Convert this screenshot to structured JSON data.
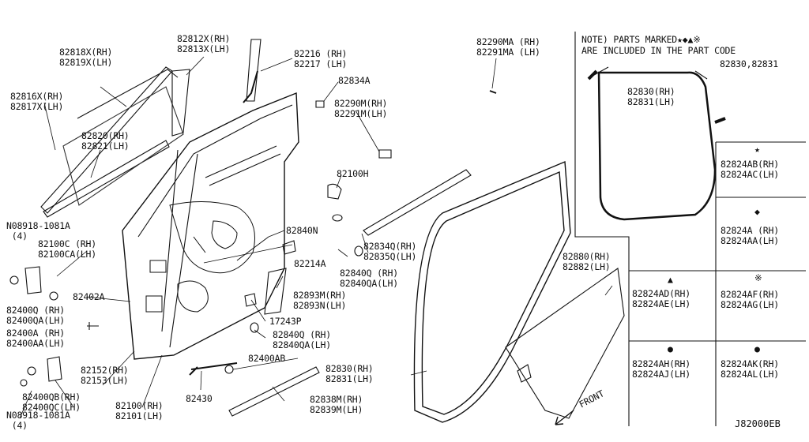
{
  "diagram": {
    "code": "J82000EB",
    "note": {
      "line1": "NOTE) PARTS MARKED",
      "symbols": "★◆▲※",
      "line2": "ARE INCLUDED IN THE PART CODE",
      "line3": "82830,82831"
    },
    "front_label": "FRONT",
    "callouts": [
      {
        "id": "c1",
        "text": "82818X(RH)\n82819X(LH)"
      },
      {
        "id": "c2",
        "text": "82812X(RH)\n82813X(LH)"
      },
      {
        "id": "c3",
        "text": "82216 (RH)\n82217 (LH)"
      },
      {
        "id": "c4",
        "text": "82834A"
      },
      {
        "id": "c5",
        "text": "82290MA (RH)\n82291MA (LH)"
      },
      {
        "id": "c6",
        "text": "82816X(RH)\n82817X(LH)"
      },
      {
        "id": "c7",
        "text": "82290M(RH)\n82291M(LH)"
      },
      {
        "id": "c8",
        "text": "82820(RH)\n82821(LH)"
      },
      {
        "id": "c9",
        "text": "82100H"
      },
      {
        "id": "c10",
        "text": "N08918-1081A\n (4)"
      },
      {
        "id": "c11",
        "text": "82840N"
      },
      {
        "id": "c12",
        "text": "82834Q(RH)\n82835Q(LH)"
      },
      {
        "id": "c13",
        "text": "82100C (RH)\n82100CA(LH)"
      },
      {
        "id": "c14",
        "text": "82214A"
      },
      {
        "id": "c15",
        "text": "82840Q (RH)\n82840QA(LH)"
      },
      {
        "id": "c16",
        "text": "82402A"
      },
      {
        "id": "c17",
        "text": "82893M(RH)\n82893N(LH)"
      },
      {
        "id": "c18",
        "text": "82400Q (RH)\n82400QA(LH)"
      },
      {
        "id": "c19",
        "text": "17243P"
      },
      {
        "id": "c20",
        "text": "82400A (RH)\n82400AA(LH)"
      },
      {
        "id": "c21",
        "text": "82840Q (RH)\n82840QA(LH)"
      },
      {
        "id": "c22",
        "text": "82880(RH)\n82882(LH)"
      },
      {
        "id": "c23",
        "text": "82400AB"
      },
      {
        "id": "c24",
        "text": "82152(RH)\n82153(LH)"
      },
      {
        "id": "c25",
        "text": "82830(RH)\n82831(LH)"
      },
      {
        "id": "c26",
        "text": "82400QB(RH)\n82400QC(LH)"
      },
      {
        "id": "c27",
        "text": "82100(RH)\n82101(LH)"
      },
      {
        "id": "c28",
        "text": "82430"
      },
      {
        "id": "c29",
        "text": "82838M(RH)\n82839M(LH)"
      },
      {
        "id": "c30",
        "text": "N08918-1081A\n (4)"
      },
      {
        "id": "c31",
        "text": "82830(RH)\n82831(LH)"
      }
    ],
    "legend": [
      {
        "id": "l1",
        "symbol": "★",
        "text": "82824AB(RH)\n82824AC(LH)"
      },
      {
        "id": "l2",
        "symbol": "◆",
        "text": "82824A (RH)\n82824AA(LH)"
      },
      {
        "id": "l3",
        "symbol": "▲",
        "text": "82824AD(RH)\n82824AE(LH)"
      },
      {
        "id": "l4",
        "symbol": "※",
        "text": "82824AF(RH)\n82824AG(LH)"
      },
      {
        "id": "l5",
        "symbol": "●",
        "text": "82824AH(RH)\n82824AJ(LH)"
      },
      {
        "id": "l6",
        "symbol": "●",
        "text": "82824AK(RH)\n82824AL(LH)"
      }
    ]
  }
}
